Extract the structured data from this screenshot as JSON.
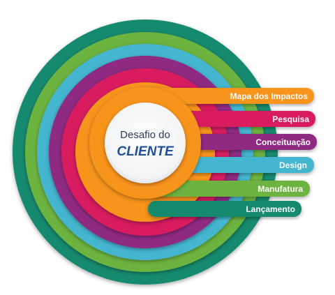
{
  "center": {
    "line1": "Desafio do",
    "line2": "CLIENTE"
  },
  "layers": [
    {
      "label": "Mapa dos Impactos",
      "color": "#f7941d",
      "ring_color": "#f7941d"
    },
    {
      "label": "Pesquisa",
      "color": "#d81b5e",
      "ring_color": "#d81b5e"
    },
    {
      "label": "Conceituação",
      "color": "#8e2a82",
      "ring_color": "#8e2a82"
    },
    {
      "label": "Design",
      "color": "#45b6d0",
      "ring_color": "#45b6d0"
    },
    {
      "label": "Manufatura",
      "color": "#6db33f",
      "ring_color": "#6db33f"
    },
    {
      "label": "Lançamento",
      "color": "#138a6e",
      "ring_color": "#138a6e"
    }
  ],
  "colors": {
    "center_fill": "#ffffff",
    "center_text": "#2a3a5c",
    "center_accent_text": "#1f4e9a"
  }
}
